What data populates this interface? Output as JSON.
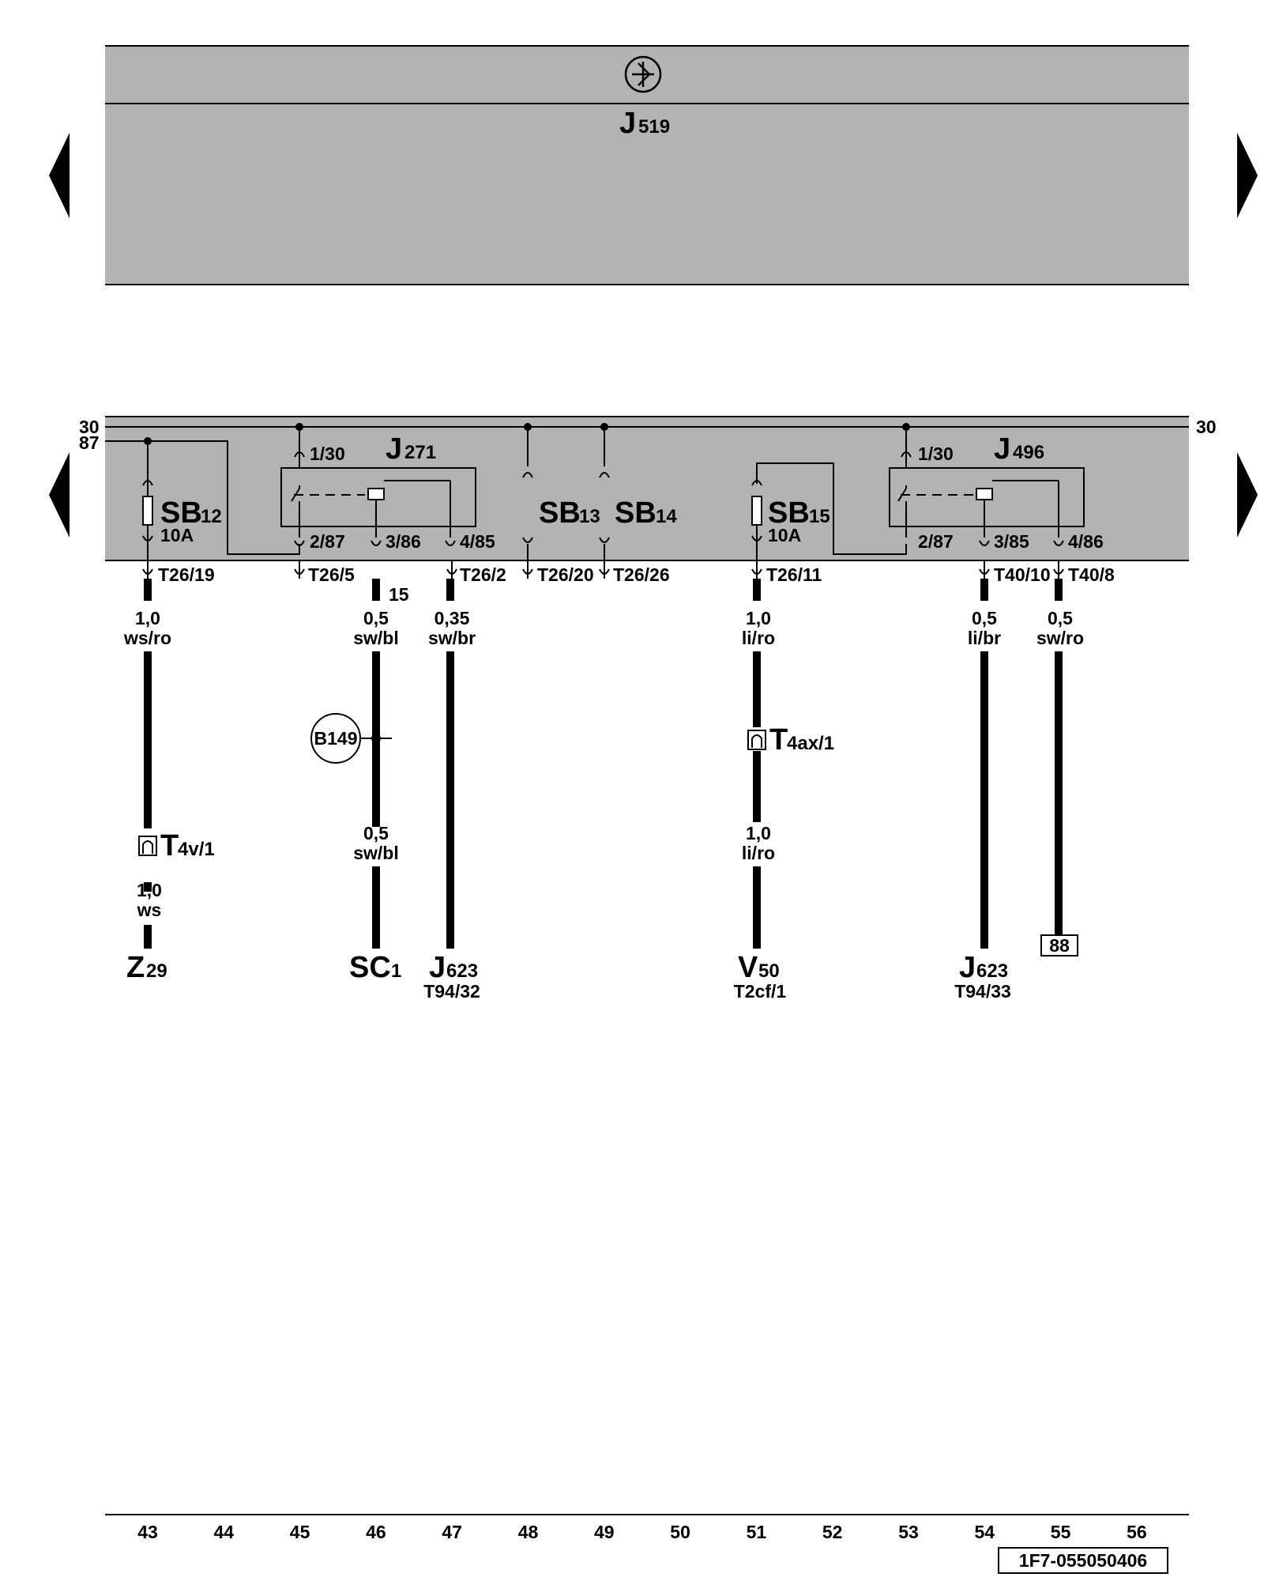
{
  "top_block": {
    "label": "J",
    "label_sub": "519",
    "icon": "pointer-star-icon"
  },
  "rails": {
    "left_30": "30",
    "left_87": "87",
    "right_30": "30"
  },
  "relays": [
    {
      "name": "J",
      "sub": "271",
      "pin_top": "1/30",
      "pin_a": "2/87",
      "pin_b": "3/86",
      "pin_c": "4/85"
    },
    {
      "name": "J",
      "sub": "496",
      "pin_top": "1/30",
      "pin_a": "2/87",
      "pin_b": "3/85",
      "pin_c": "4/86"
    }
  ],
  "fuses": [
    {
      "name": "SB",
      "sub": "12",
      "rating": "10A"
    },
    {
      "name": "SB",
      "sub": "13"
    },
    {
      "name": "SB",
      "sub": "14"
    },
    {
      "name": "SB",
      "sub": "15",
      "rating": "10A"
    }
  ],
  "connectors": [
    "T26/19",
    "T26/5",
    "15",
    "T26/2",
    "T26/20",
    "T26/26",
    "T26/11",
    "T40/10",
    "T40/8"
  ],
  "wires": [
    {
      "size": "1,0",
      "color": "ws/ro"
    },
    {
      "size": "0,5",
      "color": "sw/bl"
    },
    {
      "size": "0,35",
      "color": "sw/br"
    },
    {
      "size": "1,0",
      "color": "li/ro"
    },
    {
      "size": "0,5",
      "color": "li/br"
    },
    {
      "size": "0,5",
      "color": "sw/ro"
    },
    {
      "size": "0,5",
      "color": "sw/bl"
    },
    {
      "size": "1,0",
      "color": "li/ro"
    },
    {
      "size": "1,0",
      "color": "ws"
    }
  ],
  "inline_connectors": [
    {
      "name": "T",
      "sub": "4v/1"
    },
    {
      "name": "T",
      "sub": "4ax/1"
    }
  ],
  "splice": "B149",
  "components": [
    {
      "name": "Z",
      "sub": "29"
    },
    {
      "name": "SC",
      "sub": "1"
    },
    {
      "name": "J",
      "sub": "623",
      "pin": "T94/32"
    },
    {
      "name": "V",
      "sub": "50",
      "pin": "T2cf/1"
    },
    {
      "name": "J",
      "sub": "623",
      "pin": "T94/33"
    }
  ],
  "ref_box": "88",
  "track_numbers": [
    "43",
    "44",
    "45",
    "46",
    "47",
    "48",
    "49",
    "50",
    "51",
    "52",
    "53",
    "54",
    "55",
    "56"
  ],
  "doc_id": "1F7-055050406",
  "nav": {
    "prev": "previous-page-arrow",
    "next": "next-page-arrow"
  }
}
